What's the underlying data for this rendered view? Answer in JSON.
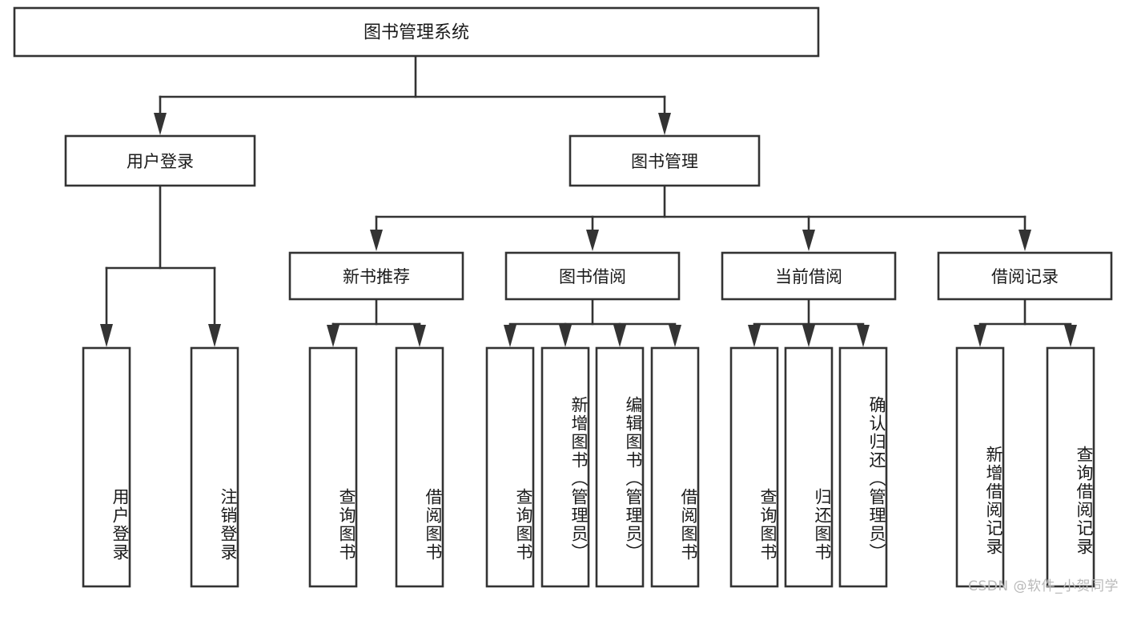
{
  "diagram": {
    "title": "图书管理系统",
    "type": "tree-hierarchy",
    "background_color": "#ffffff",
    "line_color": "#333333",
    "text_color": "#1a1a1a",
    "root": {
      "label": "图书管理系统",
      "orientation": "horizontal"
    },
    "level2": [
      {
        "label": "用户登录",
        "orientation": "horizontal"
      },
      {
        "label": "图书管理",
        "orientation": "horizontal"
      }
    ],
    "level3": [
      {
        "label": "新书推荐",
        "orientation": "horizontal"
      },
      {
        "label": "图书借阅",
        "orientation": "horizontal"
      },
      {
        "label": "当前借阅",
        "orientation": "horizontal"
      },
      {
        "label": "借阅记录",
        "orientation": "horizontal"
      }
    ],
    "leaves": {
      "user_login": [
        {
          "label": "用户登录",
          "orientation": "vertical"
        },
        {
          "label": "注销登录",
          "orientation": "vertical"
        }
      ],
      "new_book_recommend": [
        {
          "label": "查询图书",
          "orientation": "vertical"
        },
        {
          "label": "借阅图书",
          "orientation": "vertical"
        }
      ],
      "book_borrow": [
        {
          "label": "查询图书",
          "orientation": "vertical"
        },
        {
          "label": "新增图书（管理员）",
          "orientation": "vertical"
        },
        {
          "label": "编辑图书（管理员）",
          "orientation": "vertical"
        },
        {
          "label": "借阅图书",
          "orientation": "vertical"
        }
      ],
      "current_borrow": [
        {
          "label": "查询图书",
          "orientation": "vertical"
        },
        {
          "label": "归还图书",
          "orientation": "vertical"
        },
        {
          "label": "确认归还（管理员）",
          "orientation": "vertical"
        }
      ],
      "borrow_record": [
        {
          "label": "新增借阅记录",
          "orientation": "vertical"
        },
        {
          "label": "查询借阅记录",
          "orientation": "vertical"
        }
      ]
    }
  },
  "watermark": {
    "text": "CSDN @软件_小贺同学"
  }
}
